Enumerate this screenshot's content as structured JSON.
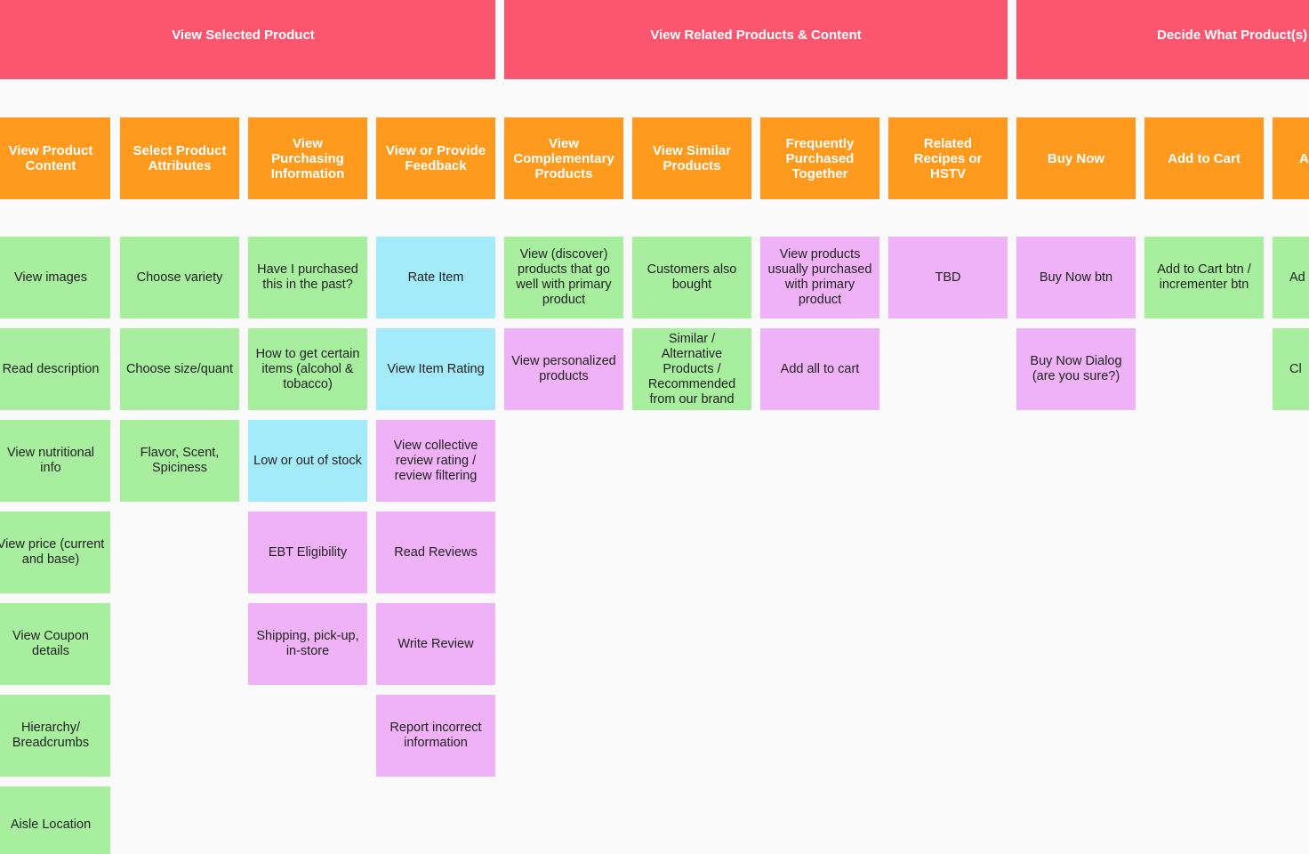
{
  "colors": {
    "background": "#fafafa",
    "epic": "#fb5670",
    "activity": "#fe9a1d",
    "task_green": "#a7ef9e",
    "task_blue": "#a3ebfa",
    "task_pink": "#efb2f6"
  },
  "epics": [
    {
      "label": "View Selected Product"
    },
    {
      "label": "View Related Products & Content"
    },
    {
      "label": "Decide What Product(s) t"
    }
  ],
  "activities": [
    {
      "label": "View Product Content"
    },
    {
      "label": "Select Product Attributes"
    },
    {
      "label": "View Purchasing Information"
    },
    {
      "label": "View or Provide Feedback"
    },
    {
      "label": "View Complementary Products"
    },
    {
      "label": "View Similar Products"
    },
    {
      "label": "Frequently Purchased Together"
    },
    {
      "label": "Related Recipes or HSTV"
    },
    {
      "label": "Buy Now"
    },
    {
      "label": "Add to Cart"
    },
    {
      "label": "A"
    }
  ],
  "tasks": [
    [
      {
        "label": "View images",
        "color": "green"
      },
      {
        "label": "Read description",
        "color": "green"
      },
      {
        "label": "View nutritional info",
        "color": "green"
      },
      {
        "label": "View price (current and base)",
        "color": "green"
      },
      {
        "label": "View Coupon details",
        "color": "green"
      },
      {
        "label": "Hierarchy/ Breadcrumbs",
        "color": "green"
      },
      {
        "label": "Aisle Location",
        "color": "green"
      }
    ],
    [
      {
        "label": "Choose variety",
        "color": "green"
      },
      {
        "label": "Choose size/quant",
        "color": "green"
      },
      {
        "label": "Flavor, Scent, Spiciness",
        "color": "green"
      }
    ],
    [
      {
        "label": "Have I purchased this in the past?",
        "color": "green"
      },
      {
        "label": "How to get certain items (alcohol & tobacco)",
        "color": "green"
      },
      {
        "label": "Low or out of stock",
        "color": "blue"
      },
      {
        "label": "EBT Eligibility",
        "color": "pink"
      },
      {
        "label": "Shipping, pick-up, in-store",
        "color": "pink"
      }
    ],
    [
      {
        "label": "Rate Item",
        "color": "blue"
      },
      {
        "label": "View Item Rating",
        "color": "blue"
      },
      {
        "label": "View collective review rating / review filtering",
        "color": "pink"
      },
      {
        "label": "Read Reviews",
        "color": "pink"
      },
      {
        "label": "Write Review",
        "color": "pink"
      },
      {
        "label": "Report incorrect information",
        "color": "pink"
      }
    ],
    [
      {
        "label": "View (discover) products that go well with primary product",
        "color": "green"
      },
      {
        "label": "View personalized products",
        "color": "pink"
      }
    ],
    [
      {
        "label": "Customers also bought",
        "color": "green"
      },
      {
        "label": "Similar / Alternative Products / Recommended from our brand",
        "color": "green"
      }
    ],
    [
      {
        "label": "View products usually purchased with primary product",
        "color": "pink"
      },
      {
        "label": "Add all to cart",
        "color": "pink"
      }
    ],
    [
      {
        "label": "TBD",
        "color": "pink"
      }
    ],
    [
      {
        "label": "Buy Now btn",
        "color": "pink"
      },
      {
        "label": "Buy Now Dialog (are you sure?)",
        "color": "pink"
      }
    ],
    [
      {
        "label": "Add to Cart btn / incrementer btn",
        "color": "green"
      }
    ],
    [
      {
        "label": "Ad",
        "color": "green"
      },
      {
        "label": "Cl",
        "color": "green"
      }
    ]
  ]
}
